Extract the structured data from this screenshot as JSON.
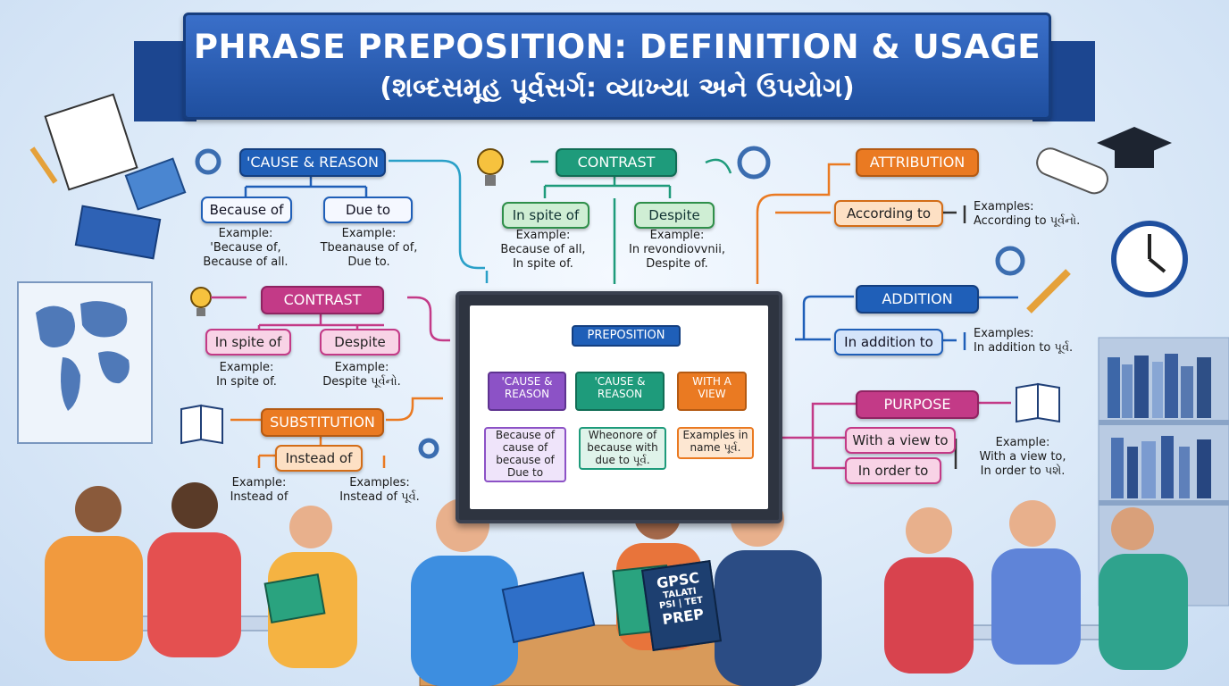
{
  "title": {
    "line1": "PHRASE PREPOSITION: DEFINITION & USAGE",
    "line2": "(શબ્દસમૂહ પૂર્વસર્ગ: વ્યાખ્યા અને ઉપયોગ)"
  },
  "left": {
    "cause": {
      "head": "'CAUSE & REASON",
      "a": "Because of",
      "b": "Due to",
      "ex_a": [
        "Example:",
        "'Because of,",
        "Because of all."
      ],
      "ex_b": [
        "Example:",
        "Tbeanause of of,",
        "Due to."
      ]
    },
    "contrast": {
      "head": "CONTRAST",
      "a": "In spite of",
      "b": "Despite",
      "ex_a": [
        "Example:",
        "In spite of."
      ],
      "ex_b": [
        "Example:",
        "Despite પૂર્વનો."
      ]
    },
    "substitution": {
      "head": "SUBSTITUTION",
      "a": "Instead of",
      "ex_a": [
        "Example:",
        "Instead of"
      ],
      "ex_b": [
        "Examples:",
        "Instead of પૂર્વ."
      ]
    }
  },
  "center": {
    "contrast": {
      "head": "CONTRAST",
      "a": "In spite of",
      "b": "Despite",
      "ex_a": [
        "Example:",
        "Because of all,",
        "In spite of."
      ],
      "ex_b": [
        "Example:",
        "In revondiovvnii,",
        "Despite of."
      ]
    },
    "board": {
      "head": "PREPOSITION",
      "cols": [
        {
          "head": "'CAUSE & REASON",
          "body": "Because of cause of because of Due to"
        },
        {
          "head": "'CAUSE & REASON",
          "body": "Wheonore of because with due to પૂર્વ."
        },
        {
          "head": "WITH A VIEW",
          "body": "Examples in name પૂર્વ."
        }
      ]
    }
  },
  "right": {
    "attribution": {
      "head": "ATTRIBUTION",
      "a": "According to",
      "ex": [
        "Examples:",
        "According to પૂર્વનો."
      ]
    },
    "addition": {
      "head": "ADDITION",
      "a": "In addition to",
      "ex": [
        "Examples:",
        "In addition to પૂર્વ."
      ]
    },
    "purpose": {
      "head": "PURPOSE",
      "a": "With a view to",
      "b": "In order to",
      "ex": [
        "Example:",
        "With a view to,",
        "In order to પશે."
      ]
    }
  },
  "book_cover": [
    "GPSC",
    "TALATI",
    "PSI | TET",
    "PREP"
  ],
  "colors": {
    "teal": "#1e9b7b",
    "magenta": "#c33a87",
    "blue": "#1f5fb8",
    "orange": "#ea7a22",
    "banner": "#2a5fb6"
  }
}
